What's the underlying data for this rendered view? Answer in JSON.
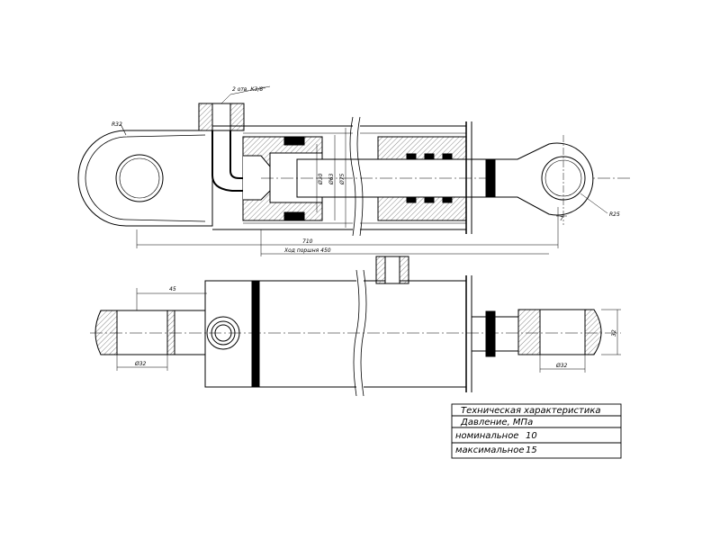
{
  "annotations": {
    "ports": "2 отв. К3/8\"",
    "r_left": "R32",
    "r_right": "R25",
    "d30": "Ø30",
    "d63": "Ø63",
    "d75": "Ø75",
    "length": "710",
    "stroke": "Ход поршня 450",
    "dim45": "45",
    "dim7": "7",
    "d32_left": "Ø32",
    "d32_right": "Ø32",
    "dim32": "32"
  },
  "spec_table": {
    "title": "Техническая характеристика",
    "pressure_label": "Давление, МПа",
    "nominal_label": "номинальное",
    "nominal_value": "10",
    "max_label": "максимальное",
    "max_value": "15"
  }
}
